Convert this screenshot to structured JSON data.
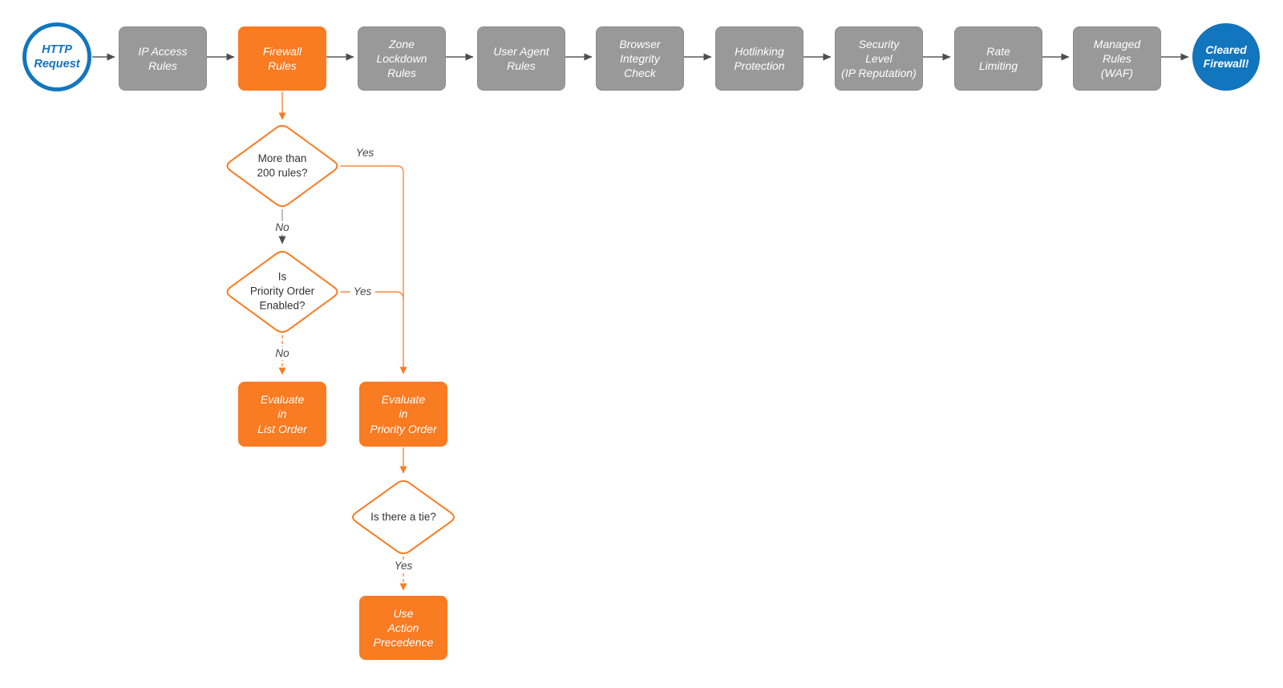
{
  "colors": {
    "accent_orange": "#F97B22",
    "node_gray": "#999999",
    "accent_blue": "#1176BE",
    "connector_gray": "#5A5A5A",
    "text_white": "#FFFFFF"
  },
  "flow": {
    "start": {
      "label": "HTTP\nRequest"
    },
    "steps": [
      {
        "label": "IP Access\nRules"
      },
      {
        "label": "Firewall\nRules"
      },
      {
        "label": "Zone\nLockdown\nRules"
      },
      {
        "label": "User Agent\nRules"
      },
      {
        "label": "Browser\nIntegrity\nCheck"
      },
      {
        "label": "Hotlinking\nProtection"
      },
      {
        "label": "Security\nLevel\n(IP Reputation)"
      },
      {
        "label": "Rate\nLimiting"
      },
      {
        "label": "Managed\nRules\n(WAF)"
      }
    ],
    "end": {
      "label": "Cleared\nFirewall!"
    }
  },
  "firewall_rules_branch": {
    "decision_more_than_200": {
      "question": "More than\n200 rules?",
      "yes": "Yes",
      "no": "No"
    },
    "decision_priority_enabled": {
      "question": "Is\nPriority Order\nEnabled?",
      "yes": "Yes",
      "no": "No"
    },
    "decision_tie": {
      "question": "Is there a tie?",
      "yes": "Yes"
    },
    "action_list_order": {
      "label": "Evaluate\nin\nList Order"
    },
    "action_priority_order": {
      "label": "Evaluate\nin\nPriority Order"
    },
    "action_precedence": {
      "label": "Use\nAction\nPrecedence"
    }
  }
}
